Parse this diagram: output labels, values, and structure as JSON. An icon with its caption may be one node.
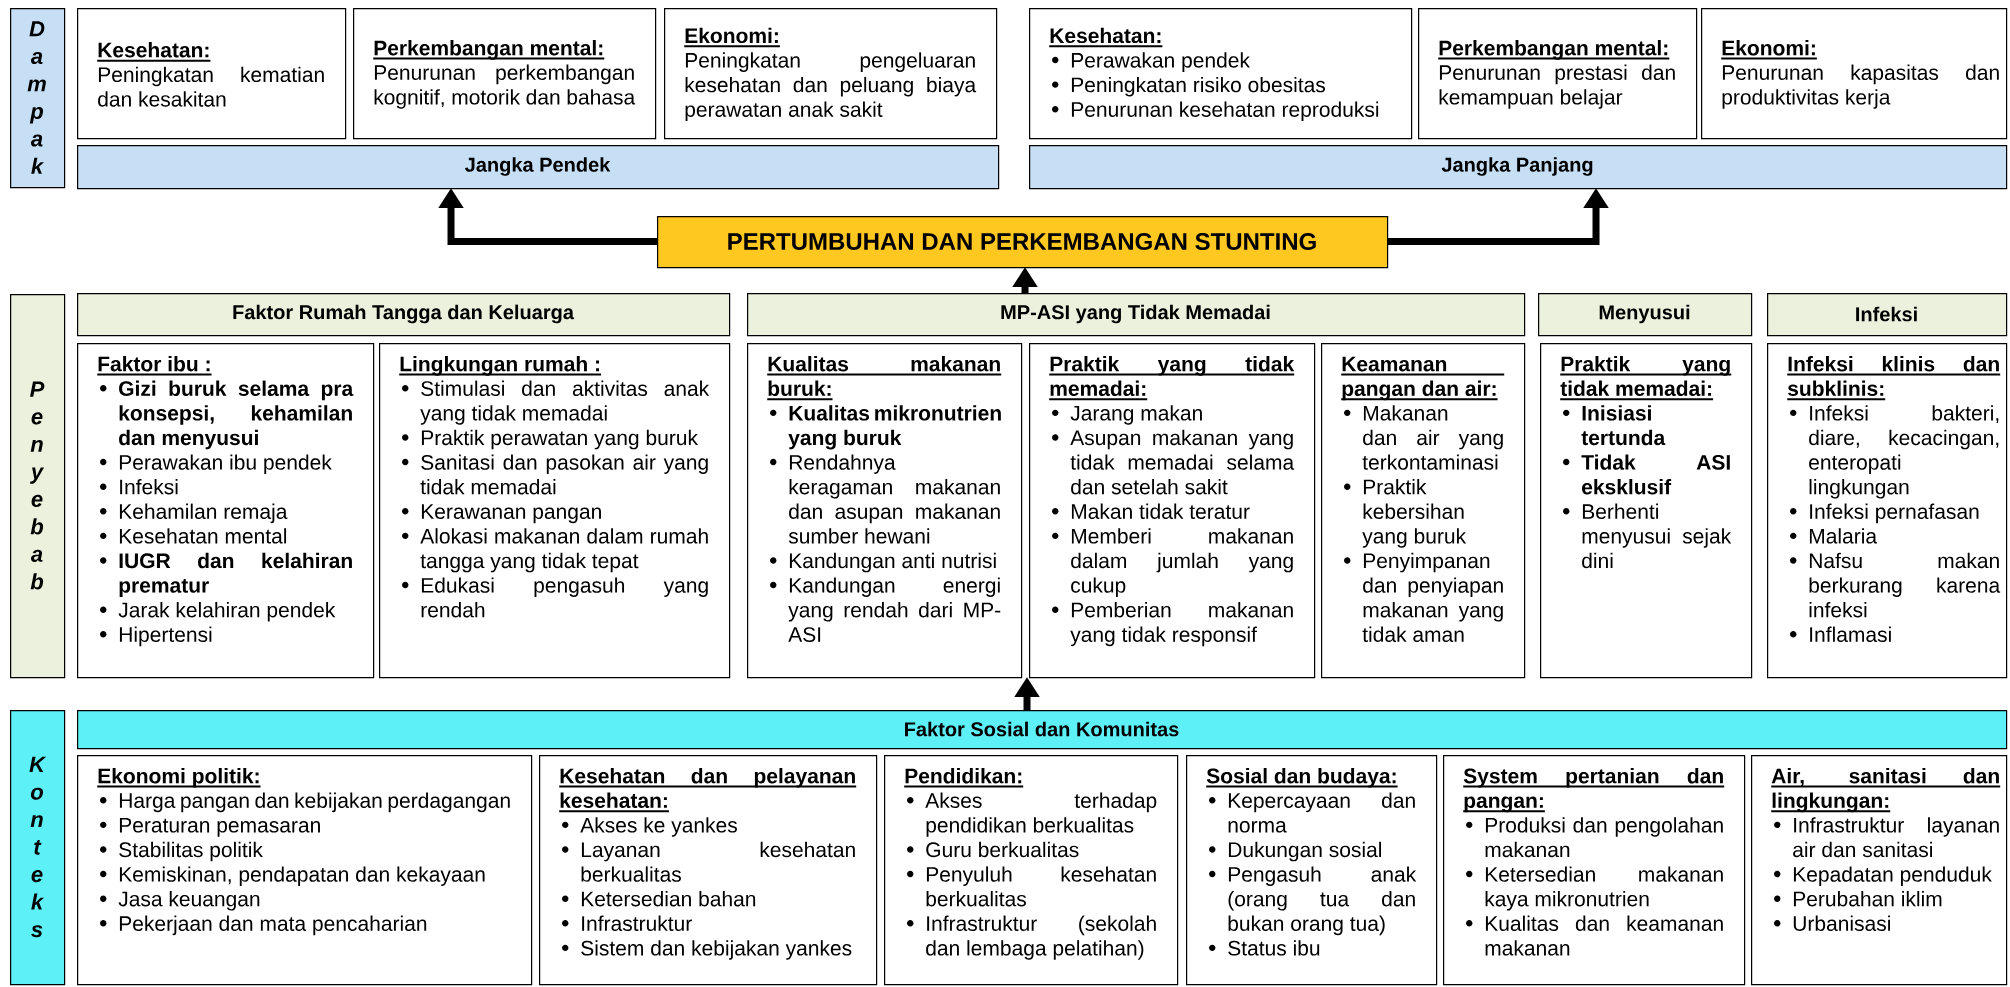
{
  "diagram": {
    "nodes": [
      {
        "text": [
          "Dampak"
        ]
      },
      {
        "text": [
          "Kesehatan:",
          "Peningkatan kematian dan kesakitan"
        ]
      },
      {
        "text": [
          "Perkembangan mental:",
          "Penurunan perkembangan kognitif, motorik dan bahasa"
        ]
      },
      {
        "text": [
          "Ekonomi:",
          "Peningkatan pengeluaran kesehatan dan peluang biaya perawatan anak sakit"
        ]
      },
      {
        "text": [
          "Kesehatan:",
          "Perawakan pendek",
          "Peningkatan risiko obesitas",
          "Penurunan kesehatan reproduksi"
        ]
      },
      {
        "text": [
          "Perkembangan mental:",
          "Penurunan prestasi dan kemampuan belajar"
        ]
      },
      {
        "text": [
          "Ekonomi:",
          "Penurunan kapasitas dan produktivitas kerja"
        ]
      },
      {
        "text": [
          "Jangka Pendek"
        ]
      },
      {
        "text": [
          "Jangka Panjang"
        ]
      },
      {
        "text": [
          "PERTUMBUHAN DAN PERKEMBANGAN STUNTING"
        ]
      },
      {
        "text": [
          "Penyebab"
        ]
      },
      {
        "text": [
          "Faktor Rumah Tangga dan Keluarga"
        ]
      },
      {
        "text": [
          "MP-ASI yang Tidak Memadai"
        ]
      },
      {
        "text": [
          "Menyusui"
        ]
      },
      {
        "text": [
          "Infeksi"
        ]
      },
      {
        "text": [
          "Faktor ibu :",
          "**Gizi buruk selama pra konsepsi, kehamilan dan menyusui**",
          "Perawakan ibu pendek",
          "Infeksi",
          "Kehamilan remaja",
          "Kesehatan mental",
          "**IUGR dan kelahiran prematur**",
          "Jarak kelahiran pendek",
          "Hipertensi"
        ]
      },
      {
        "text": [
          "Lingkungan rumah :",
          "Stimulasi dan aktivitas anak yang tidak memadai",
          "Praktik perawatan yang buruk",
          "Sanitasi dan pasokan air yang tidak memadai",
          "Kerawanan pangan",
          "Alokasi makanan dalam rumah tangga yang tidak tepat",
          "Edukasi pengasuh yang rendah"
        ]
      },
      {
        "text": [
          "Kualitas makanan buruk:",
          "**Kualitas mikronutrien yang buruk**",
          "Rendahnya keragaman makanan dan asupan makanan sumber hewani",
          "Kandungan anti nutrisi",
          "Kandungan energi yang rendah dari MP-ASI"
        ]
      },
      {
        "text": [
          "Praktik yang tidak memadai:",
          "Jarang makan",
          "Asupan makanan yang tidak memadai selama dan setelah sakit",
          "Makan tidak teratur",
          "Memberi makanan dalam jumlah yang cukup",
          "Pemberian makanan yang tidak responsif"
        ]
      },
      {
        "text": [
          "Keamanan pangan dan air:",
          "Makanan dan air yang terkontaminasi",
          "Praktik kebersihan yang buruk",
          "Penyimpanan dan penyiapan makanan yang tidak aman"
        ]
      },
      {
        "text": [
          "Praktik yang tidak memadai:",
          "**Inisiasi tertunda**",
          "**Tidak ASI eksklusif**",
          "Berhenti menyusui sejak dini"
        ]
      },
      {
        "text": [
          "Infeksi klinis dan subklinis:",
          "Infeksi bakteri, diare, kecacingan, enteropati lingkungan",
          "Infeksi pernafasan",
          "Malaria",
          "Nafsu makan berkurang karena infeksi",
          "Inflamasi"
        ]
      },
      {
        "text": [
          "Konteks"
        ]
      },
      {
        "text": [
          "Faktor Sosial dan Komunitas"
        ]
      },
      {
        "text": [
          "Ekonomi politik:",
          "Harga pangan dan kebijakan perdagangan",
          "Peraturan pemasaran",
          "Stabilitas politik",
          "Kemiskinan, pendapatan dan kekayaan",
          "Jasa keuangan",
          "Pekerjaan dan mata pencaharian"
        ]
      },
      {
        "text": [
          "Kesehatan dan pelayanan kesehatan:",
          "Akses ke yankes",
          "Layanan kesehatan berkualitas",
          "Ketersedian bahan",
          "Infrastruktur",
          "Sistem dan kebijakan yankes"
        ]
      },
      {
        "text": [
          "Pendidikan:",
          "Akses terhadap pendidikan berkualitas",
          "Guru berkualitas",
          "Penyuluh kesehatan berkualitas",
          "Infrastruktur (sekolah dan lembaga pelatihan)"
        ]
      },
      {
        "text": [
          "Sosial dan budaya:",
          "Kepercayaan dan norma",
          "Dukungan sosial",
          "Pengasuh anak (orang tua dan bukan orang tua)",
          "Status ibu"
        ]
      },
      {
        "text": [
          "System pertanian dan pangan:",
          "Produksi dan pengolahan makanan",
          "Ketersedian makanan kaya mikronutrien",
          "Kualitas dan keamanan makanan"
        ]
      },
      {
        "text": [
          "Air, sanitasi dan lingkungan:",
          "Infrastruktur layanan air dan sanitasi",
          "Kepadatan penduduk",
          "Perubahan iklim",
          "Urbanisasi"
        ]
      }
    ],
    "edges": [
      {
        "from": 9,
        "to": 7,
        "arrow": "to"
      },
      {
        "from": 9,
        "to": 8,
        "arrow": "to"
      },
      {
        "from": 12,
        "to": 9,
        "arrow": "to"
      },
      {
        "from": 23,
        "to": 18,
        "arrow": "to"
      }
    ]
  }
}
